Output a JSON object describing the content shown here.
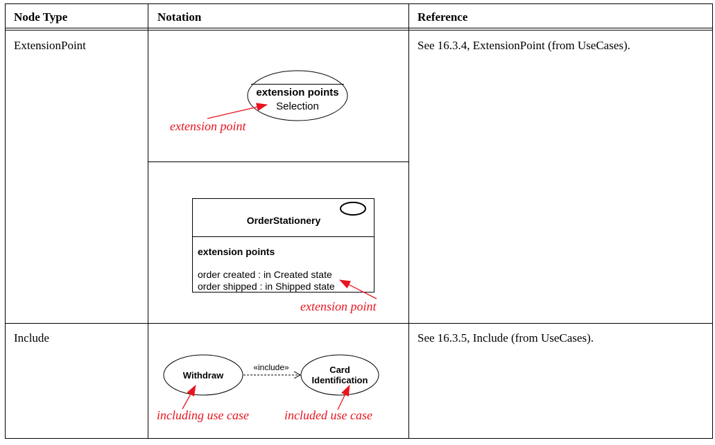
{
  "table": {
    "headers": {
      "node_type": "Node Type",
      "notation": "Notation",
      "reference": "Reference"
    },
    "rows": [
      {
        "node_type": "ExtensionPoint",
        "reference": "See 16.3.4, ExtensionPoint (from UseCases).",
        "notation_1": {
          "compartment_title": "extension points",
          "point": "Selection",
          "annotation": "extension point"
        },
        "notation_2": {
          "classifier_name": "OrderStationery",
          "compartment_title": "extension points",
          "points": [
            "order created : in Created state",
            "order shipped : in Shipped state"
          ],
          "annotation": "extension point"
        }
      },
      {
        "node_type": "Include",
        "reference": "See 16.3.5, Include (from UseCases).",
        "notation": {
          "including_case": "Withdraw",
          "included_case_line1": "Card",
          "included_case_line2": "Identification",
          "relationship": "«include»",
          "annotation_including": "including use case",
          "annotation_included": "included use case"
        }
      }
    ]
  },
  "colors": {
    "annotation": "#e8141e",
    "border": "#000000"
  }
}
